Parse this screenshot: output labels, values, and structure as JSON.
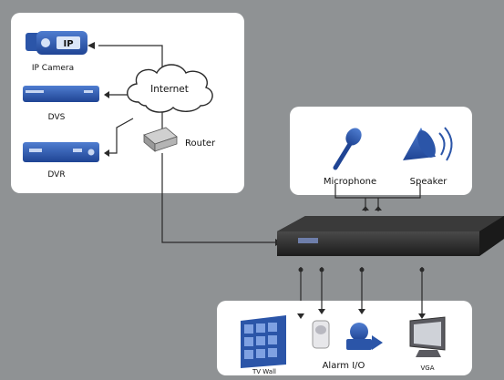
{
  "labels": {
    "ip_camera": "IP Camera",
    "ip_camera_badge": "IP",
    "dvs": "DVS",
    "dvr": "DVR",
    "internet": "Internet",
    "router": "Router",
    "microphone": "Microphone",
    "speaker": "Speaker",
    "tv_wall": "TV Wall",
    "alarm_io": "Alarm I/O",
    "vga": "VGA"
  },
  "colors": {
    "background": "#8f9294",
    "panel": "#ffffff",
    "device_blue": "#2b55a8",
    "line": "#2a2a2a",
    "nvr_body": "#2d2d2d"
  }
}
